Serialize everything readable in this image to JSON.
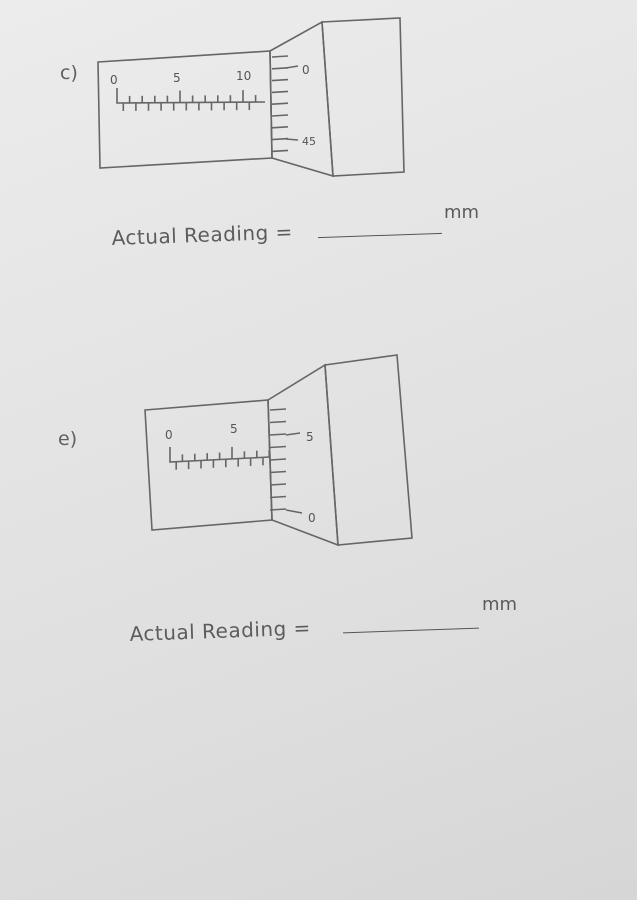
{
  "questions": [
    {
      "label": "c)",
      "micrometer": {
        "sleeve_labels": [
          "0",
          "5",
          "10"
        ],
        "thimble_labels": [
          "0",
          "45"
        ]
      },
      "answer_prompt": "Actual Reading =",
      "answer_value": "",
      "unit": "mm"
    },
    {
      "label": "e)",
      "micrometer": {
        "sleeve_labels": [
          "0",
          "5"
        ],
        "thimble_labels": [
          "5",
          "0"
        ]
      },
      "answer_prompt": "Actual Reading =",
      "answer_value": "",
      "unit": "mm"
    }
  ]
}
